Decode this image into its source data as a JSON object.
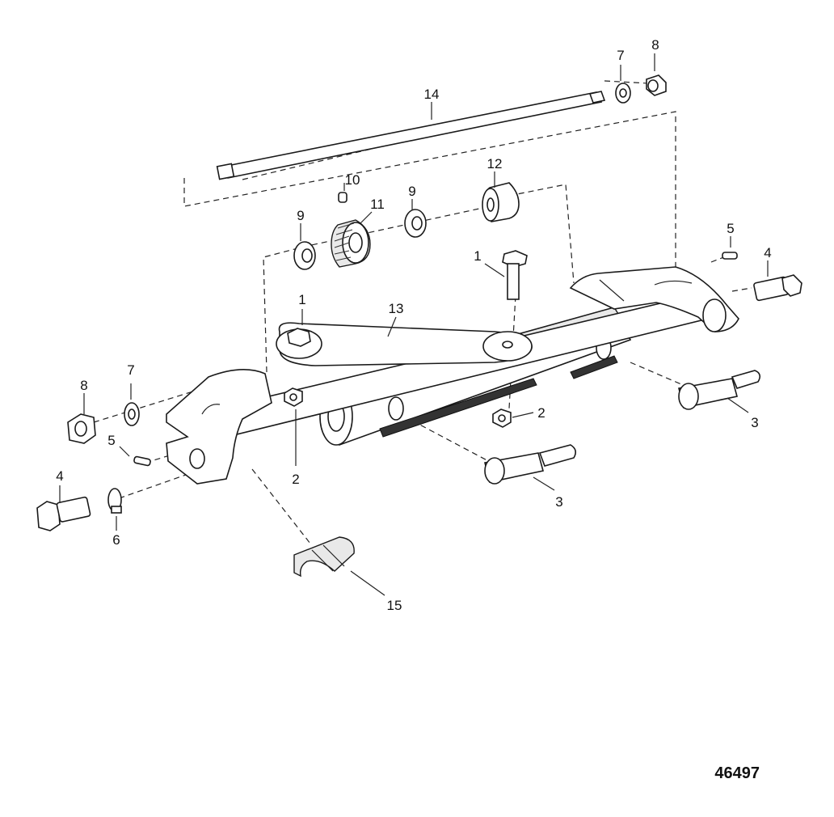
{
  "diagram": {
    "figure_number": "46497",
    "callouts": [
      {
        "id": "c14",
        "label": "14"
      },
      {
        "id": "c7a",
        "label": "7"
      },
      {
        "id": "c8a",
        "label": "8"
      },
      {
        "id": "c10",
        "label": "10"
      },
      {
        "id": "c12",
        "label": "12"
      },
      {
        "id": "c9a",
        "label": "9"
      },
      {
        "id": "c11",
        "label": "11"
      },
      {
        "id": "c9b",
        "label": "9"
      },
      {
        "id": "c1a",
        "label": "1"
      },
      {
        "id": "c5a",
        "label": "5"
      },
      {
        "id": "c4a",
        "label": "4"
      },
      {
        "id": "c1b",
        "label": "1"
      },
      {
        "id": "c13",
        "label": "13"
      },
      {
        "id": "c8b",
        "label": "8"
      },
      {
        "id": "c7b",
        "label": "7"
      },
      {
        "id": "c2a",
        "label": "2"
      },
      {
        "id": "c2b",
        "label": "2"
      },
      {
        "id": "c3a",
        "label": "3"
      },
      {
        "id": "c5b",
        "label": "5"
      },
      {
        "id": "c4b",
        "label": "4"
      },
      {
        "id": "c6",
        "label": "6"
      },
      {
        "id": "c3b",
        "label": "3"
      },
      {
        "id": "c15",
        "label": "15"
      }
    ]
  }
}
